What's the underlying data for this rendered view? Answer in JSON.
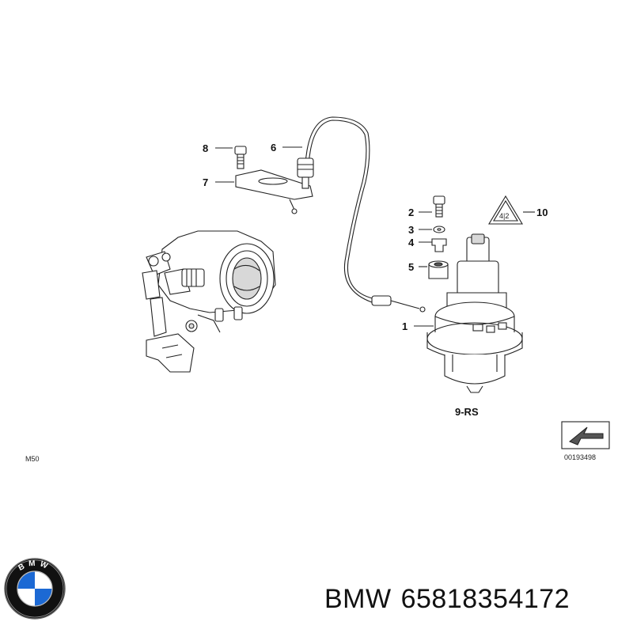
{
  "diagram": {
    "model_label": "M50",
    "reference_code": "00193498",
    "callouts": [
      "1",
      "2",
      "3",
      "4",
      "5",
      "6",
      "7",
      "8",
      "9-RS",
      "10"
    ],
    "warning_label": "4|2"
  },
  "footer": {
    "brand": "BMW",
    "part_number": "65818354172",
    "logo_letters": "BMW"
  },
  "colors": {
    "line": "#222222",
    "logo_blue": "#1c69d4",
    "logo_ring": "#111111"
  }
}
